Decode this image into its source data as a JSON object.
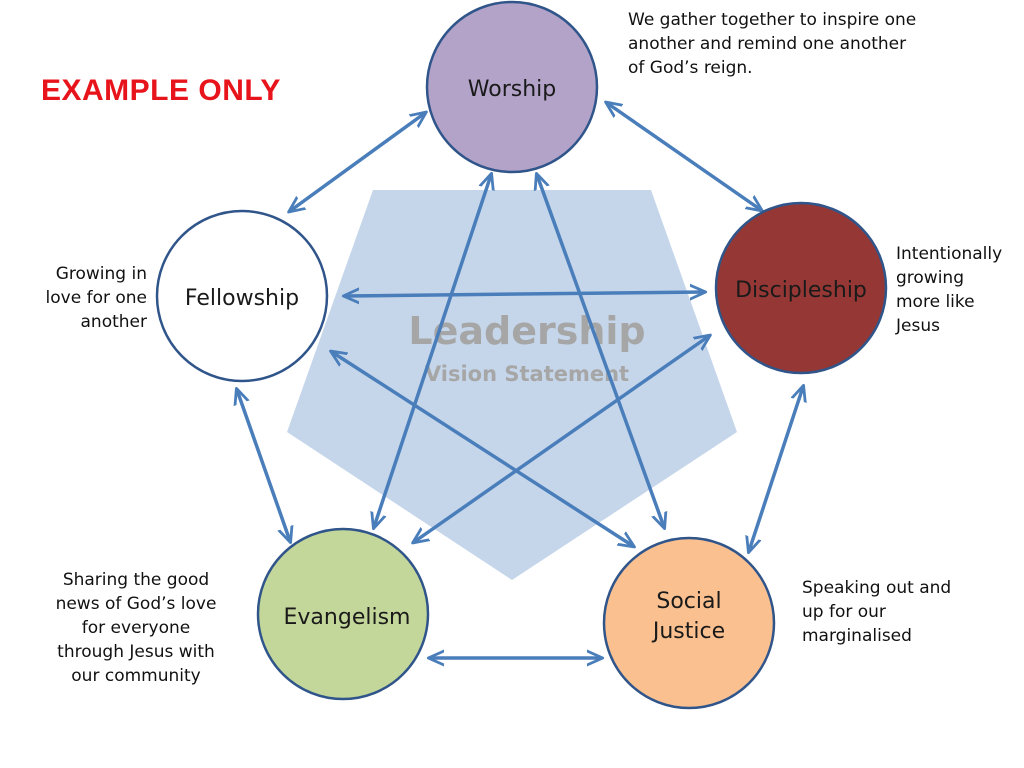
{
  "banner": "EXAMPLE ONLY",
  "center": {
    "title": "Leadership",
    "subtitle": "Vision Statement"
  },
  "nodes": {
    "worship": {
      "label": "Worship",
      "fill": "#b3a3c8"
    },
    "discipleship": {
      "label": "Discipleship",
      "fill": "#953734"
    },
    "social": {
      "line1": "Social",
      "line2": "Justice",
      "fill": "#fac090"
    },
    "evangelism": {
      "label": "Evangelism",
      "fill": "#c4d79b"
    },
    "fellowship": {
      "label": "Fellowship",
      "fill": "#ffffff"
    }
  },
  "descriptions": {
    "worship": "We gather together to inspire one\nanother and remind one another\nof God’s reign.",
    "discipleship": "Intentionally\ngrowing\nmore like\nJesus",
    "social": "Speaking out and\nup for our\nmarginalised",
    "evangelism": "Sharing the good\nnews of God’s love\nfor everyone\nthrough Jesus with\nour community",
    "fellowship": "Growing in\nlove for one\nanother"
  },
  "colors": {
    "arrow": "#4a7ebb",
    "circle_stroke": "#30558a",
    "pentagon": "#c5d6ea",
    "center_text": "#a6a6a6",
    "banner": "#e8141b"
  }
}
